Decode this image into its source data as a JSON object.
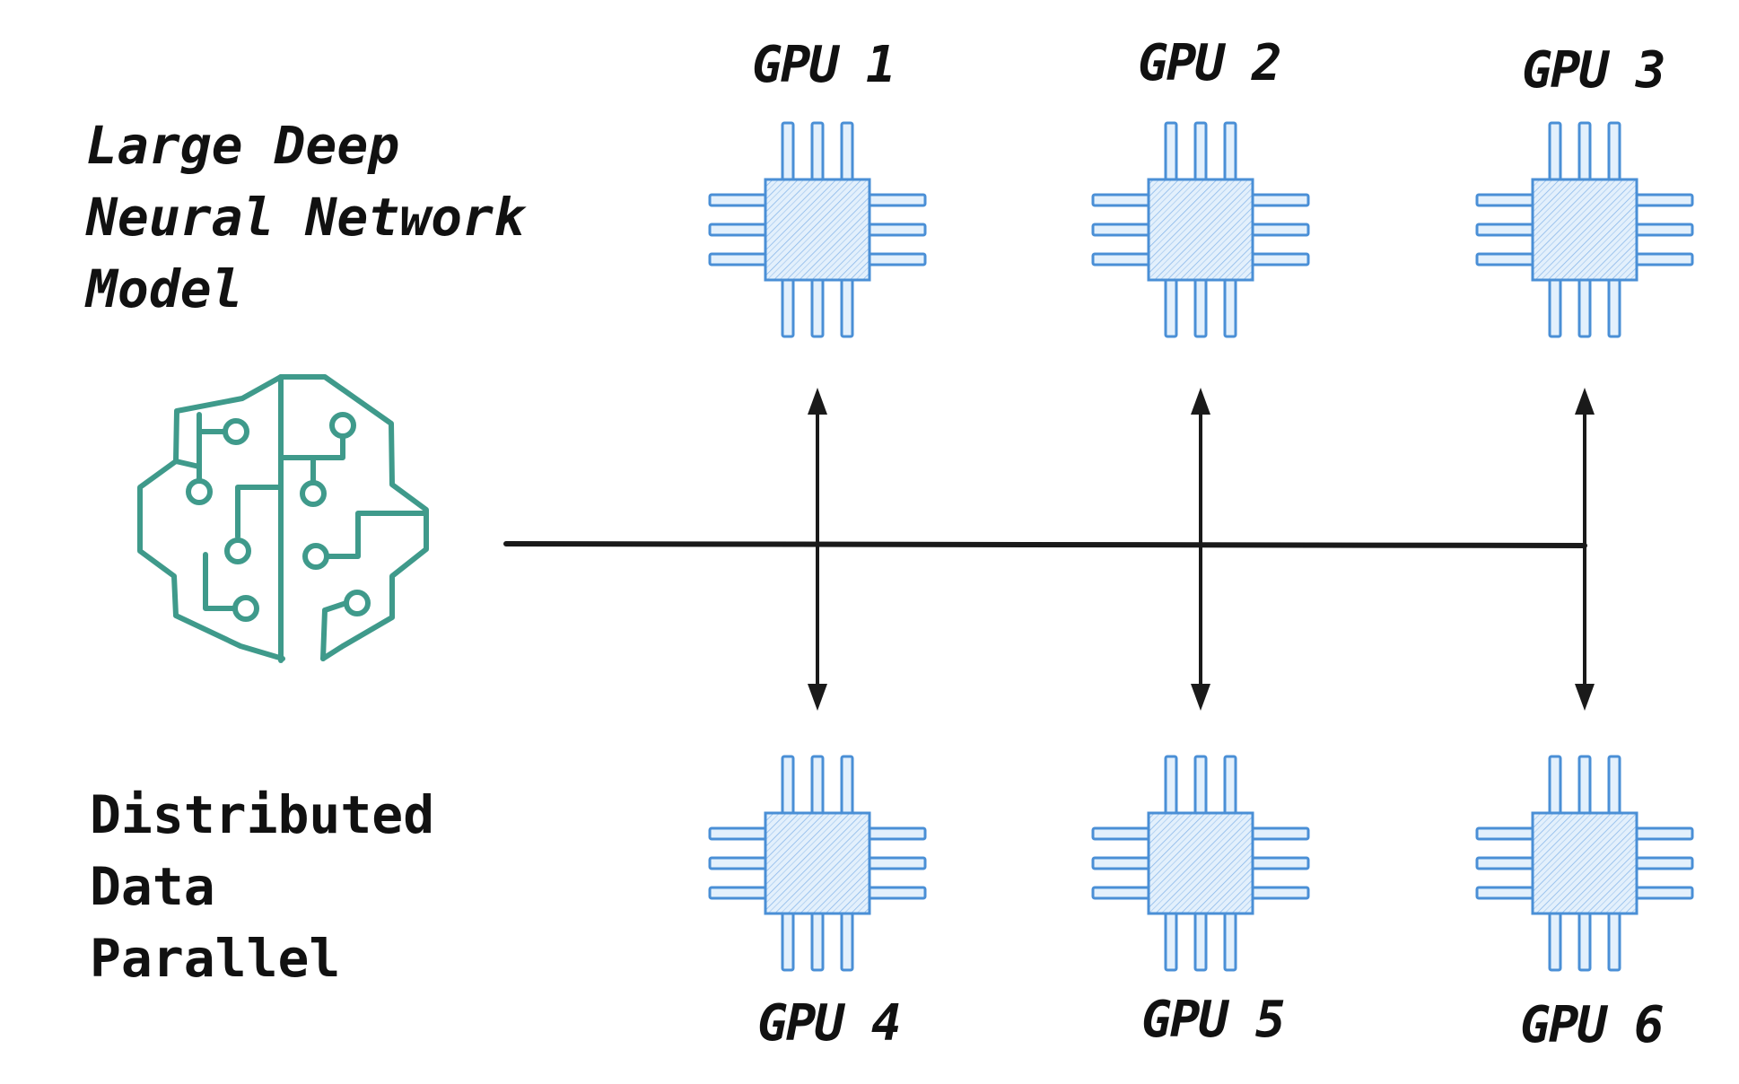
{
  "model": {
    "title_lines": [
      "Large Deep",
      "Neural Network",
      "Model"
    ],
    "icon": "brain-circuit-icon",
    "icon_color": "#3f9a8b"
  },
  "mode": {
    "title_lines": [
      "Distributed",
      "Data",
      "Parallel"
    ]
  },
  "gpus": [
    {
      "label": "GPU 1"
    },
    {
      "label": "GPU 2"
    },
    {
      "label": "GPU 3"
    },
    {
      "label": "GPU 4"
    },
    {
      "label": "GPU 5"
    },
    {
      "label": "GPU 6"
    }
  ],
  "gpu_icon": "gpu-chip-icon",
  "gpu_color": "#4a8fd6",
  "gpu_fill": "#d8e9fa",
  "connector_color": "#1a1a1a"
}
